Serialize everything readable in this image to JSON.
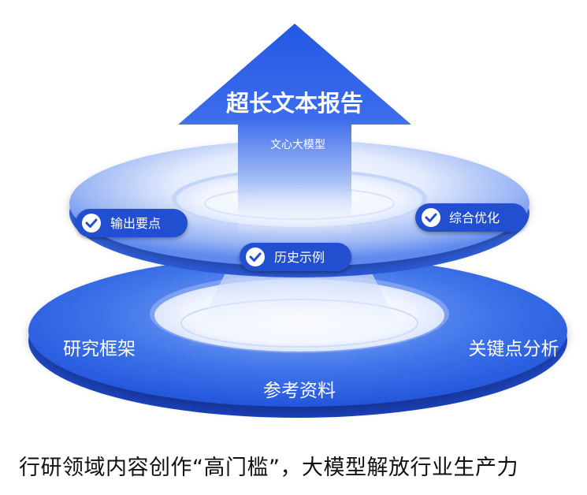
{
  "arrow": {
    "title": "超长文本报告",
    "subtitle": "文心大模型"
  },
  "upper_ring": {
    "badges": [
      {
        "label": "输出要点",
        "icon": "check-circle-icon"
      },
      {
        "label": "综合优化",
        "icon": "check-circle-icon"
      },
      {
        "label": "历史示例",
        "icon": "check-circle-icon"
      }
    ]
  },
  "lower_ring": {
    "labels": [
      "研究框架",
      "关键点分析",
      "参考资料"
    ]
  },
  "caption": "行研领域内容创作“高门槛”，大模型解放行业生产力",
  "colors": {
    "primary_blue": "#2a5fe6",
    "dark_blue": "#1f46c8",
    "badge_blue": "#2150d0",
    "ring_light": "#9fbaf5",
    "caption_text": "#111111"
  }
}
